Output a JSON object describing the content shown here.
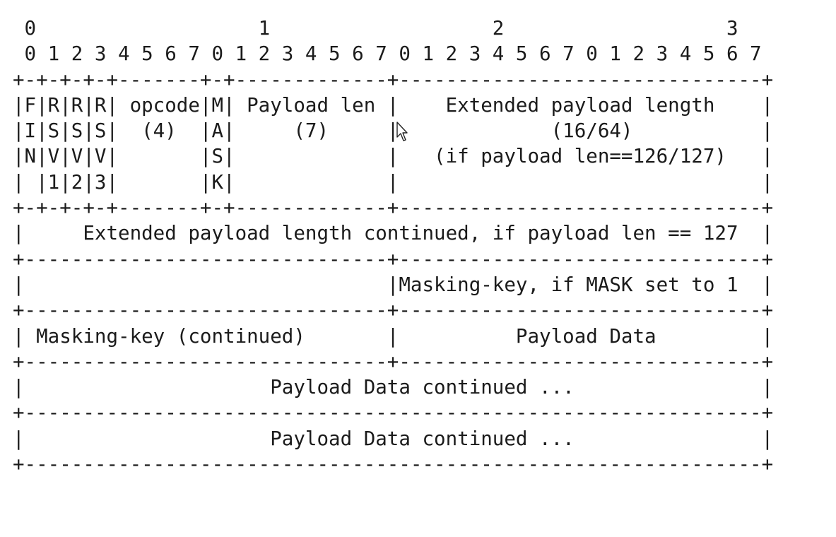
{
  "diagram": {
    "lines": [
      " 0                   1                   2                   3",
      " 0 1 2 3 4 5 6 7 0 1 2 3 4 5 6 7 0 1 2 3 4 5 6 7 0 1 2 3 4 5 6 7",
      "+-+-+-+-+-------+-+-------------+-------------------------------+",
      "|F|R|R|R| opcode|M| Payload len |    Extended payload length    |",
      "|I|S|S|S|  (4)  |A|     (7)     |             (16/64)           |",
      "|N|V|V|V|       |S|             |   (if payload len==126/127)   |",
      "| |1|2|3|       |K|             |                               |",
      "+-+-+-+-+-------+-+-------------+-------------------------------+",
      "|     Extended payload length continued, if payload len == 127  |",
      "+-------------------------------+-------------------------------+",
      "|                               |Masking-key, if MASK set to 1  |",
      "+-------------------------------+-------------------------------+",
      "| Masking-key (continued)       |          Payload Data         |",
      "+-------------------------------+-------------------------------+",
      "|                     Payload Data continued ...                |",
      "+---------------------------------------------------------------+",
      "|                     Payload Data continued ...                |",
      "+---------------------------------------------------------------+"
    ]
  },
  "colors": {
    "text": "#1b1b1b",
    "background": "#ffffff"
  },
  "icons": {
    "cursor": "mouse-pointer-icon"
  }
}
